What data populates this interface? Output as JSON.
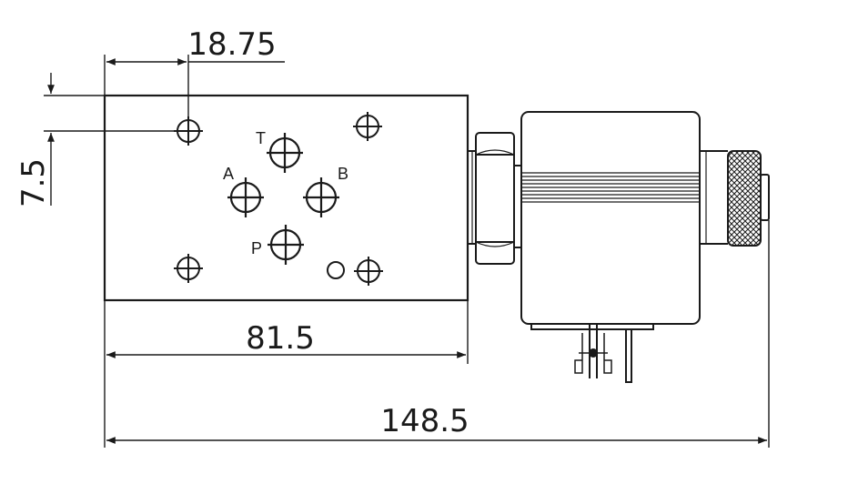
{
  "dimensions": {
    "hole_offset_x": "18.75",
    "hole_offset_y": "7.5",
    "body_length": "81.5",
    "overall_length": "148.5"
  },
  "ports": {
    "t": "T",
    "a": "A",
    "b": "B",
    "p": "P"
  },
  "colors": {
    "line": "#1a1a1a",
    "background": "#ffffff"
  }
}
